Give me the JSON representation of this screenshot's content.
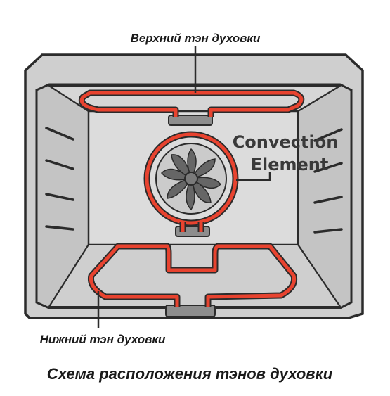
{
  "diagram": {
    "upper_label": "Верхний тэн духовки",
    "convection_label_line1": "Convection",
    "convection_label_line2": "Element",
    "lower_label": "Нижний тэн духовки",
    "caption": "Схема расположения тэнов духовки"
  },
  "colors": {
    "element": "#e8432f",
    "oven_body": "#c9c9c9",
    "oven_back": "#dedede",
    "outline": "#2b2b2b"
  }
}
